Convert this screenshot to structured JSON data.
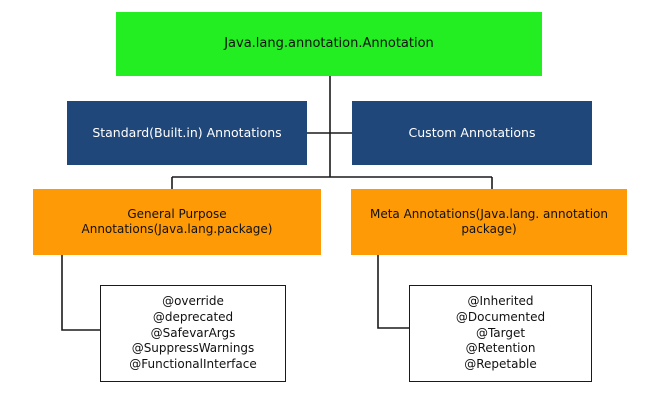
{
  "colors": {
    "root_fill": "#22ee22",
    "category_fill": "#20477a",
    "subcategory_fill": "#fe9a06",
    "connector": "#1a1a1a"
  },
  "root": {
    "label": "Java.lang.annotation.Annotation"
  },
  "categories": {
    "standard": {
      "label": "Standard(Built.in) Annotations"
    },
    "custom": {
      "label": "Custom Annotations"
    }
  },
  "subcategories": {
    "general": {
      "line1": "General Purpose",
      "line2": "Annotations(Java.lang.package)",
      "items": [
        "@override",
        "@deprecated",
        "@SafevarArgs",
        "@SuppressWarnings",
        "@FunctionalInterface"
      ]
    },
    "meta": {
      "line1": "Meta Annotations(Java.lang. annotation",
      "line2": "package)",
      "items": [
        "@Inherited",
        "@Documented",
        "@Target",
        "@Retention",
        "@Repetable"
      ]
    }
  }
}
